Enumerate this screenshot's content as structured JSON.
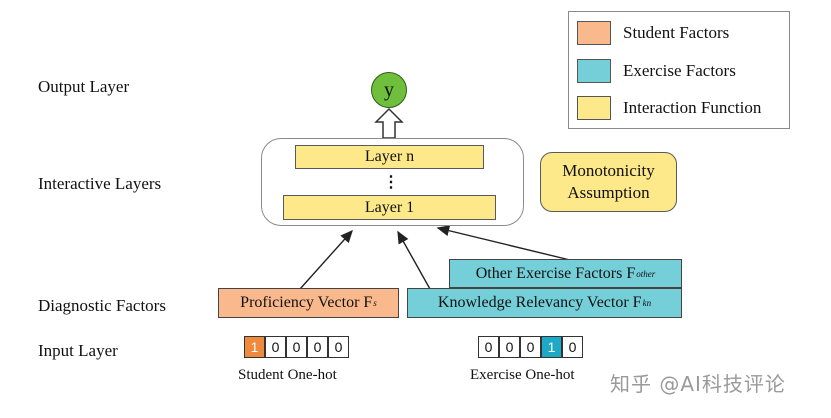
{
  "layer_labels": {
    "output": "Output Layer",
    "interactive": "Interactive Layers",
    "diagnostic": "Diagnostic Factors",
    "input": "Input Layer"
  },
  "legend": {
    "items": [
      {
        "label": "Student Factors",
        "color": "#f9b98c"
      },
      {
        "label": "Exercise Factors",
        "color": "#74cfd9"
      },
      {
        "label": "Interaction Function",
        "color": "#fde88a"
      }
    ]
  },
  "output_node": {
    "label": "y",
    "color": "#6fbf3c"
  },
  "interaction": {
    "layer_n": "Layer n",
    "dots": "⋮",
    "layer_1": "Layer 1"
  },
  "monotonicity": {
    "line1": "Monotonicity",
    "line2": "Assumption"
  },
  "factors": {
    "proficiency": {
      "text": "Proficiency Vector F",
      "sup": "s"
    },
    "other_exercise": {
      "text": "Other Exercise Factors F",
      "sup": "other"
    },
    "knowledge_relevancy": {
      "text": "Knowledge Relevancy Vector F",
      "sup": "kn"
    }
  },
  "student_onehot": {
    "cells": [
      "1",
      "0",
      "0",
      "0",
      "0"
    ],
    "hot_index": 0,
    "caption": "Student One-hot"
  },
  "exercise_onehot": {
    "cells": [
      "0",
      "0",
      "0",
      "1",
      "0"
    ],
    "hot_index": 3,
    "caption": "Exercise One-hot"
  },
  "watermark": "知乎 @AI科技评论"
}
